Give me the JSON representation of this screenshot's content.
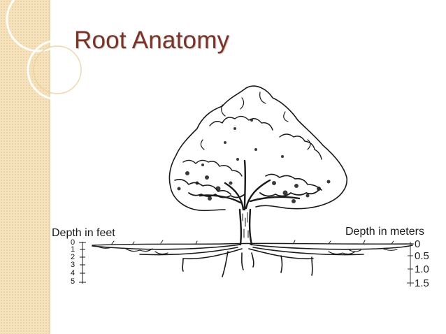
{
  "slide": {
    "title": "Root Anatomy"
  },
  "diagram": {
    "left_scale": {
      "label": "Depth in feet",
      "ticks": [
        "0",
        "1",
        "2",
        "3",
        "4",
        "5"
      ]
    },
    "right_scale": {
      "label": "Depth in meters",
      "ticks": [
        "0",
        "0.5",
        "1.0",
        "1.5"
      ]
    }
  },
  "colors": {
    "title": "#7a3326",
    "side_band": "#f6e3be",
    "ink": "#1a1a1a"
  }
}
